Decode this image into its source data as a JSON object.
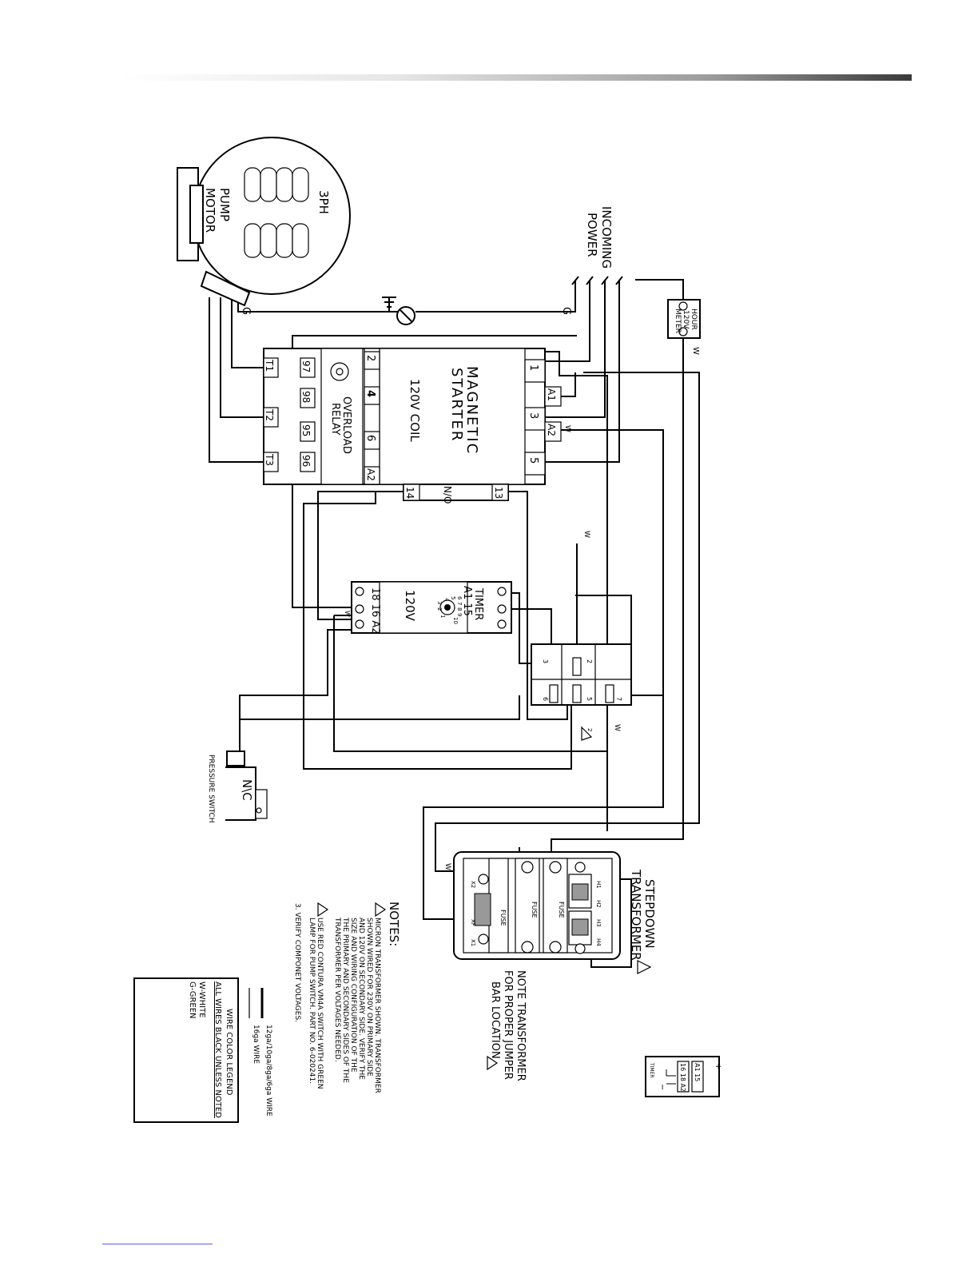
{
  "motor": {
    "title": [
      "3PH",
      "PUMP",
      "MOTOR"
    ],
    "ground": "G"
  },
  "incoming": {
    "title": [
      "INCOMING",
      "POWER"
    ],
    "ground": "G"
  },
  "hour_meter": {
    "lines": [
      "HOUR",
      "120V",
      "METER"
    ],
    "wire": "W"
  },
  "starter": {
    "title": [
      "MAGNETIC",
      "STARTER"
    ],
    "coil": "120V COIL",
    "line_terminals": [
      "1",
      "3",
      "5"
    ],
    "coil_terminals": [
      "A1",
      "A2"
    ],
    "mid_terminals": [
      "2",
      "4",
      "6",
      "A2"
    ],
    "load_terminals": [
      "T1",
      "T2",
      "T3"
    ],
    "overload_terminals": [
      "97",
      "98",
      "95",
      "96"
    ],
    "overload": [
      "OVERLOAD",
      "RELAY"
    ],
    "aux_contact": "N/O",
    "aux_terminals": [
      "14",
      "13"
    ],
    "wire": "W"
  },
  "timer": {
    "title": "TIMER",
    "voltage": "120V",
    "top_terminals": "A1 15",
    "bottom_terminals": "18 16 A2",
    "dial": [
      "6",
      "7",
      "8",
      "9",
      "5",
      "4",
      "3",
      "2",
      "1",
      "10"
    ],
    "wire": "W"
  },
  "terminal_block": {
    "terminals": [
      "2",
      "3",
      "5",
      "6",
      "7"
    ],
    "wire": "W",
    "note_ref": "2"
  },
  "pressure_switch": {
    "contact": "N\\C",
    "label": "PRESSURE SWITCH"
  },
  "transformer": {
    "title": [
      "STEPDOWN",
      "TRANSFORMER"
    ],
    "primary": [
      "H1",
      "H2",
      "H3",
      "H4"
    ],
    "secondary": [
      "X2",
      "XF",
      "X1"
    ],
    "fuse": "FUSE",
    "wire": "W",
    "note": [
      "NOTE TRANSFORMER",
      "FOR PROPER JUMPER",
      "BAR LOCATION"
    ]
  },
  "notes": {
    "heading": "NOTES:",
    "lines": [
      "MICRON TRANSFORMER SHOWN. TRANSFORMER",
      "SHOWN WIRED FOR 230V ON PRIMARY SIDE",
      "AND 120V ON SECONDARY SIDE. VERIFY THE",
      "SIZE AND WIRING CONFIGURATION OF THE",
      "THE PRIMARY AND SECONDARY SIDES OF THE",
      "TRANSFORMER PER VOLTAGES NEEDED.",
      "USE RED CONTURA VM4A SWITCH WITH GREEN",
      "LAMP FOR PUMP SWITCH. PART NO. 6-020241.",
      "3.  VERIFY COMPONET VOLTAGES."
    ]
  },
  "wire_key": {
    "lines": [
      "12ga/10ga/8ga/6ga WIRE",
      "16ga WIRE"
    ]
  },
  "legend": {
    "title": "WIRE COLOR LEGEND",
    "subtitle": "ALL WIRES BLACK UNLESS NOTED",
    "entries": [
      "W-WHITE",
      "G-GREEN"
    ]
  },
  "timer_symbol": {
    "top": "A1 15",
    "bottom": "16 18 A2",
    "label": "TIMER",
    "plus": "+",
    "minus": "−"
  }
}
